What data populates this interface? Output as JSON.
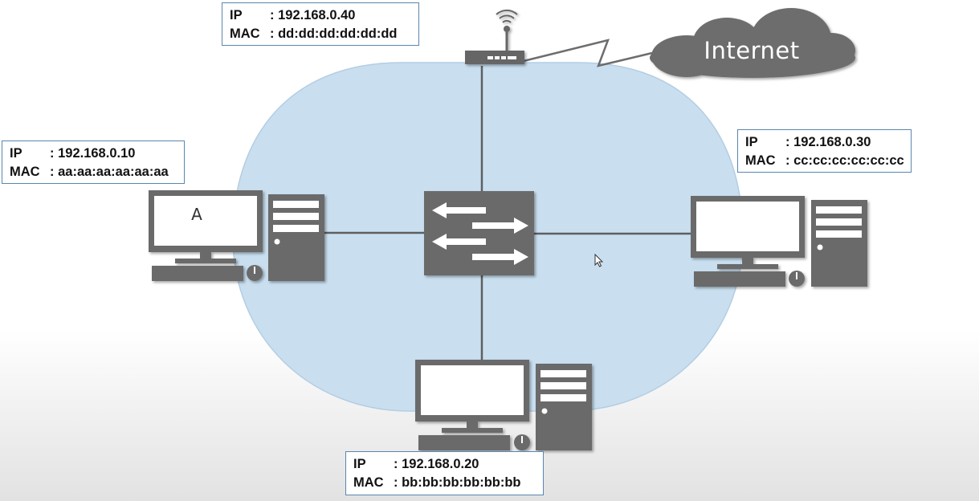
{
  "internet": {
    "label": "Internet"
  },
  "hosts": {
    "router": {
      "ip_label": "IP",
      "ip": "192.168.0.40",
      "mac_label": "MAC",
      "mac": "dd:dd:dd:dd:dd:dd"
    },
    "a": {
      "name": "A",
      "ip_label": "IP",
      "ip": "192.168.0.10",
      "mac_label": "MAC",
      "mac": "aa:aa:aa:aa:aa:aa"
    },
    "c": {
      "ip_label": "IP",
      "ip": "192.168.0.30",
      "mac_label": "MAC",
      "mac": "cc:cc:cc:cc:cc:cc"
    },
    "b": {
      "ip_label": "IP",
      "ip": "192.168.0.20",
      "mac_label": "MAC",
      "mac": "bb:bb:bb:bb:bb:bb"
    }
  },
  "colors": {
    "lan_fill": "#c9dff0",
    "device": "#6a6a6a",
    "screen": "#ffffff",
    "cloud": "#6d6d6d",
    "box_border": "#5b86b0"
  }
}
